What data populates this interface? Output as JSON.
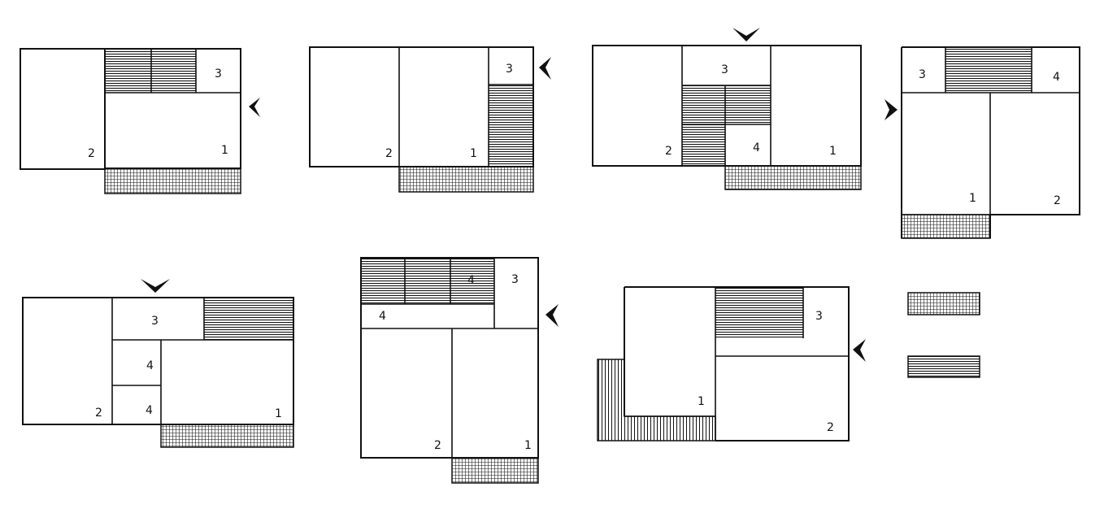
{
  "plans": [
    {
      "id": "plan-a",
      "room_labels": [
        "1",
        "2",
        "3"
      ]
    },
    {
      "id": "plan-b",
      "room_labels": [
        "1",
        "2",
        "3"
      ]
    },
    {
      "id": "plan-c",
      "room_labels": [
        "1",
        "2",
        "3",
        "4"
      ]
    },
    {
      "id": "plan-d",
      "room_labels": [
        "1",
        "2",
        "3",
        "4"
      ]
    },
    {
      "id": "plan-e",
      "room_labels": [
        "1",
        "2",
        "3",
        "4",
        "4"
      ]
    },
    {
      "id": "plan-f",
      "room_labels": [
        "1",
        "2",
        "3",
        "4",
        "4"
      ]
    },
    {
      "id": "plan-g",
      "room_labels": [
        "1",
        "2",
        "3"
      ]
    }
  ],
  "legend": {
    "swatches": [
      {
        "pattern": "grid-hatch"
      },
      {
        "pattern": "horizontal-hatch"
      }
    ]
  },
  "colors": {
    "ink": "#111111",
    "paper": "#ffffff"
  }
}
